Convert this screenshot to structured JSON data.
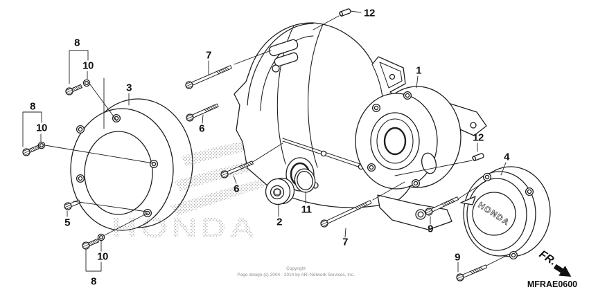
{
  "diagram": {
    "code": "MFRAE0600",
    "fr_label": "FR.",
    "watermark_text": "HONDA",
    "medallion_text": "HONDA",
    "copyright": {
      "line1": "Copyright",
      "line2": "Page design (c) 2004 - 2014 by ARI Network Services, Inc."
    },
    "ink_color": "#1f1f1f",
    "watermark_dot_color": "#9a9a9a",
    "callouts": [
      {
        "id": "callout-12-top",
        "label": "12"
      },
      {
        "id": "callout-8-upperleft",
        "label": "8"
      },
      {
        "id": "callout-10-upperleft",
        "label": "10"
      },
      {
        "id": "callout-3",
        "label": "3"
      },
      {
        "id": "callout-7-upper",
        "label": "7"
      },
      {
        "id": "callout-6-upper",
        "label": "6"
      },
      {
        "id": "callout-1",
        "label": "1"
      },
      {
        "id": "callout-8-midleft",
        "label": "8"
      },
      {
        "id": "callout-10-midleft",
        "label": "10"
      },
      {
        "id": "callout-5",
        "label": "5"
      },
      {
        "id": "callout-10-lowerleft",
        "label": "10"
      },
      {
        "id": "callout-8-lowerleft",
        "label": "8"
      },
      {
        "id": "callout-6-lower",
        "label": "6"
      },
      {
        "id": "callout-2",
        "label": "2"
      },
      {
        "id": "callout-11",
        "label": "11"
      },
      {
        "id": "callout-7-lower",
        "label": "7"
      },
      {
        "id": "callout-12-right",
        "label": "12"
      },
      {
        "id": "callout-4",
        "label": "4"
      },
      {
        "id": "callout-9-upper",
        "label": "9"
      },
      {
        "id": "callout-9-lower",
        "label": "9"
      }
    ]
  }
}
